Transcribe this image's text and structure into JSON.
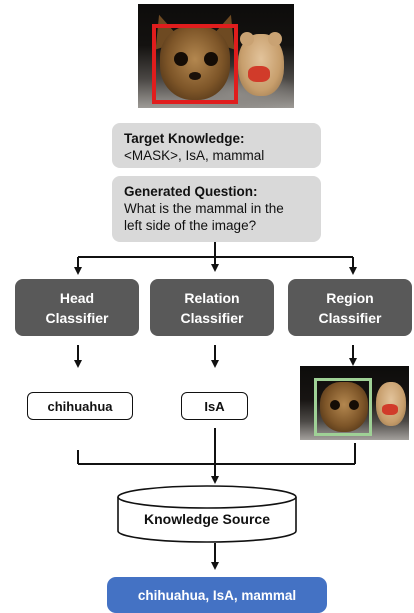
{
  "target_knowledge": {
    "title": "Target Knowledge:",
    "text": "<MASK>, IsA, mammal"
  },
  "generated_question": {
    "title": "Generated Question:",
    "line1": "What is the mammal in the",
    "line2": "left side of the image?"
  },
  "classifiers": [
    {
      "line1": "Head",
      "line2": "Classifier"
    },
    {
      "line1": "Relation",
      "line2": "Classifier"
    },
    {
      "line1": "Region",
      "line2": "Classifier"
    }
  ],
  "outputs": {
    "head": "chihuahua",
    "relation": "IsA"
  },
  "knowledge_source": "Knowledge Source",
  "final_result": "chihuahua, IsA, mammal",
  "colors": {
    "classifier_fill": "#595959",
    "card_fill": "#d9d9d9",
    "final_fill": "#4472c4",
    "target_box": "#e01d1d",
    "region_box": "#9fd196"
  }
}
